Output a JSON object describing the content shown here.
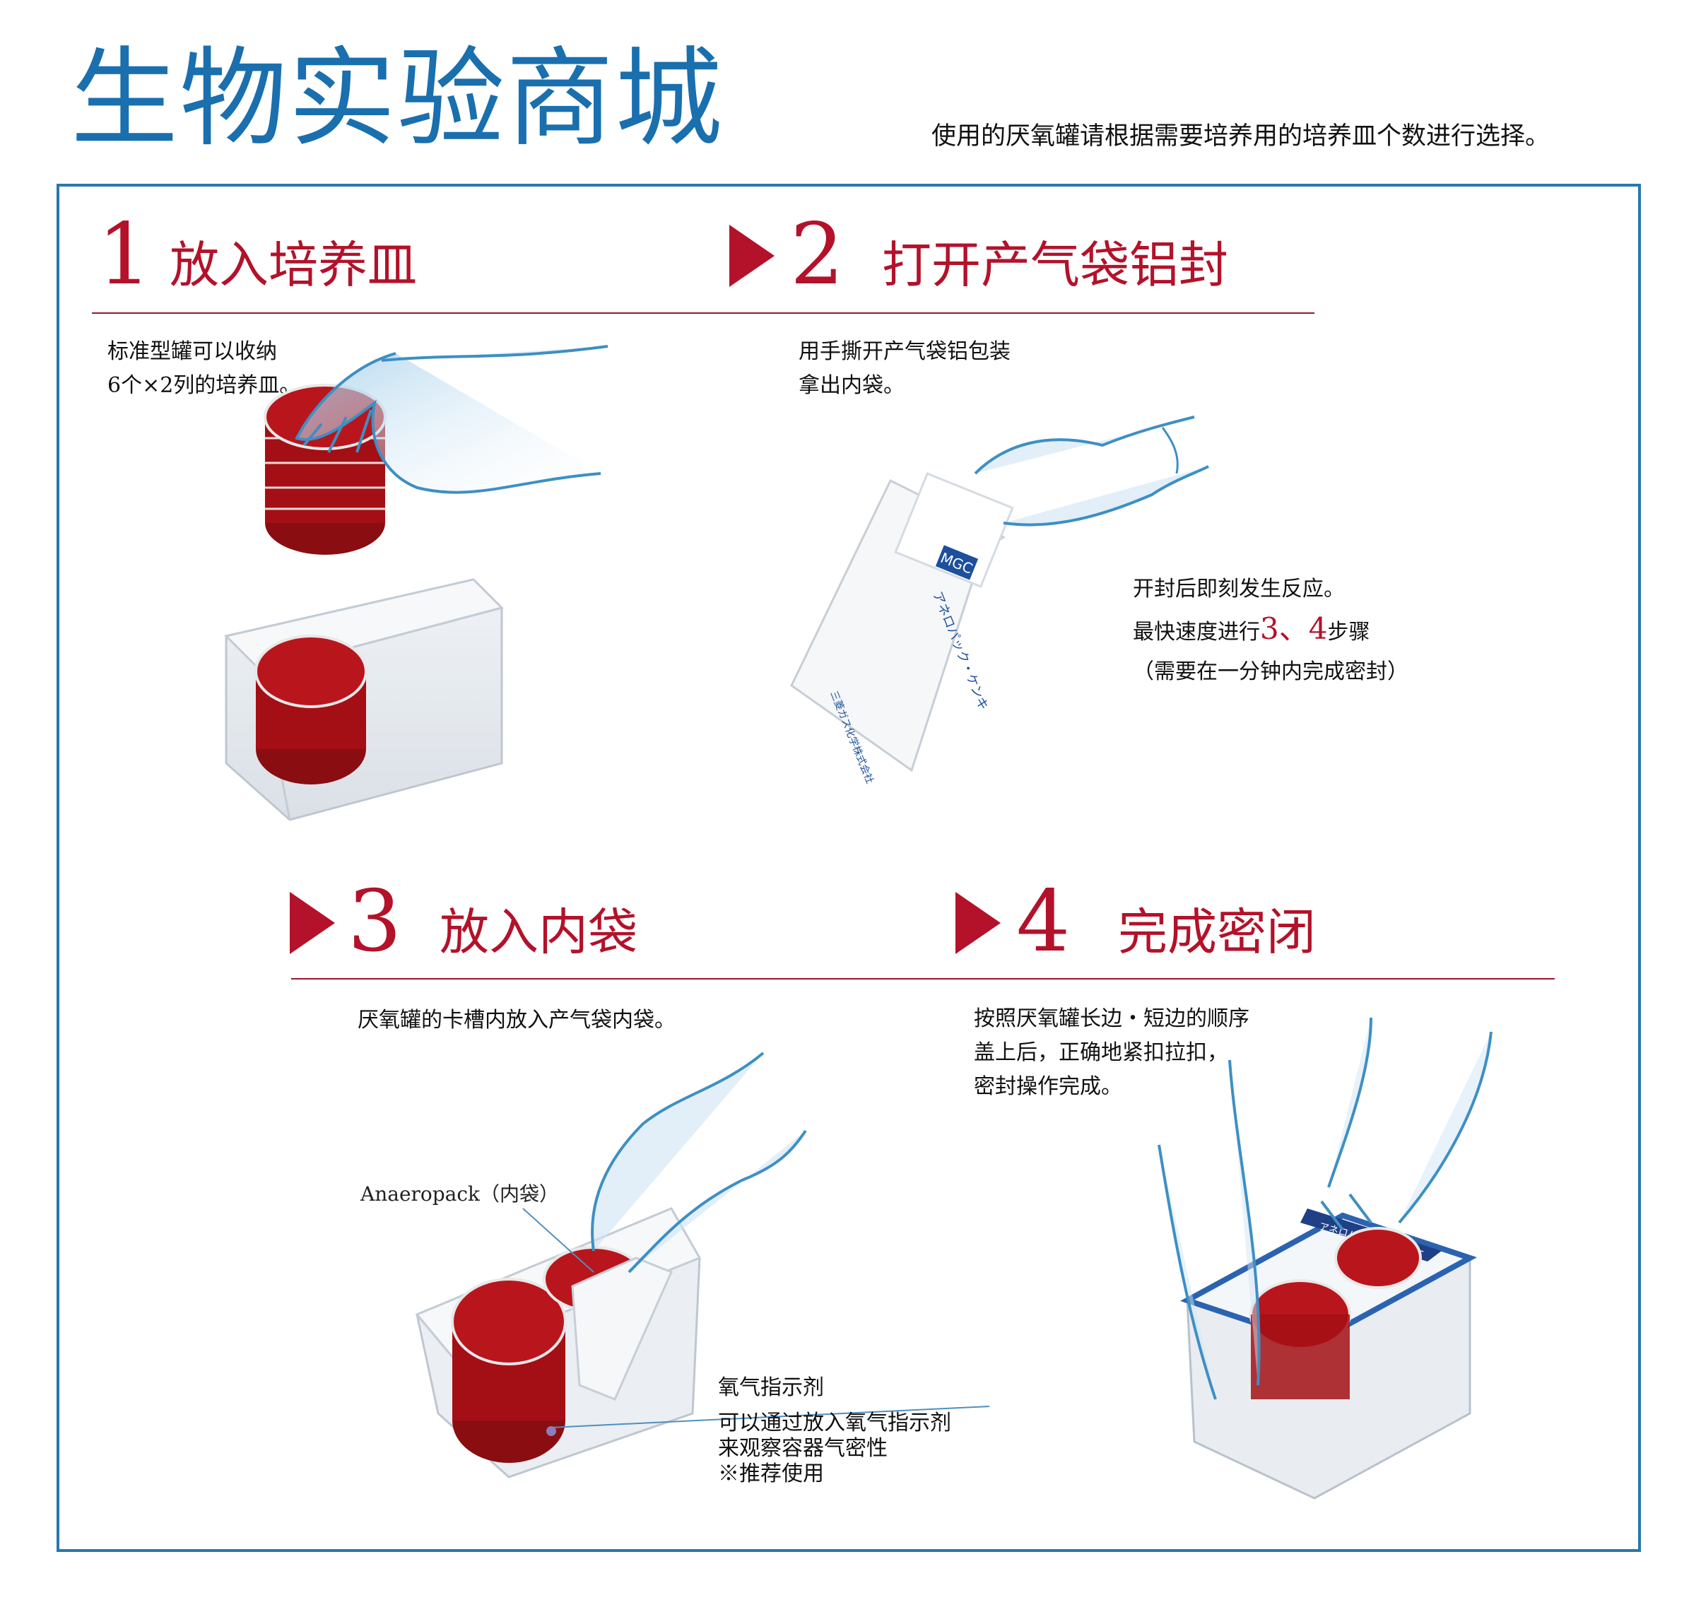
{
  "header": {
    "title": "生物实验商城",
    "subtitle": "使用的厌氧罐请根据需要培养用的培养皿个数进行选择。"
  },
  "steps": [
    {
      "number": "1",
      "title": "放入培养皿",
      "lines": [
        "标准型罐可以收纳",
        "6个×2列的培养皿。"
      ]
    },
    {
      "number": "2",
      "title": "打开产气袋铝封",
      "lines": [
        "用手撕开产气袋铝包装",
        "拿出内袋。"
      ],
      "note": {
        "line1": "开封后即刻发生反应。",
        "line2_prefix": "最快速度进行",
        "line2_highlight": "3、4",
        "line2_suffix": "步骤",
        "line3": "（需要在一分钟内完成密封）"
      },
      "bag_brand": "MGC",
      "bag_product": "アネロパック・ケンキ",
      "bag_maker": "三菱ガス化学株式会社"
    },
    {
      "number": "3",
      "title": "放入内袋",
      "lines": [
        "厌氧罐的卡槽内放入产气袋内袋。"
      ],
      "callout_pack": "Anaeropack（内袋）",
      "callout_indicator_title": "氧气指示剂",
      "callout_indicator_lines": [
        "可以通过放入氧气指示剂",
        "来观察容器气密性",
        "※推荐使用"
      ]
    },
    {
      "number": "4",
      "title": "完成密闭",
      "lines": [
        "按照厌氧罐长边・短边的顺序",
        "盖上后，正确地紧扣拉扣，",
        "密封操作完成。"
      ],
      "lid_label": "アネロパック角型ジャー"
    }
  ],
  "colors": {
    "title_blue": "#1a6fae",
    "accent_red": "#b3122a",
    "frame_blue": "#2a77ad",
    "agar_red": "#a30f14",
    "hand_blue": "#3e8fc4"
  }
}
